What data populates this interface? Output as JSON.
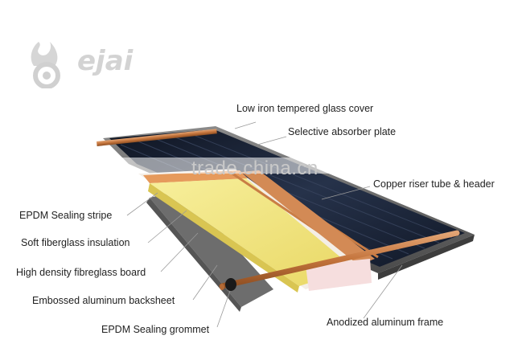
{
  "brand": {
    "logo_text": "ejai"
  },
  "watermark": {
    "text": "trade.china.cn"
  },
  "labels": {
    "glass_cover": "Low iron tempered glass cover",
    "absorber_plate": "Selective absorber plate",
    "copper_riser": "Copper riser tube  &  header",
    "epdm_stripe": "EPDM Sealing stripe",
    "fiberglass_insulation": "Soft fiberglass insulation",
    "fibreglass_board": "High density fibreglass board",
    "backsheet": "Embossed aluminum backsheet",
    "grommet": "EPDM Sealing grommet",
    "frame": "Anodized aluminum frame"
  },
  "colors": {
    "absorber": "#1c2638",
    "copper": "#c97d45",
    "insulation": "#f3e88a",
    "frame": "#6f6f6f",
    "backsheet": "#7a7a7a"
  }
}
